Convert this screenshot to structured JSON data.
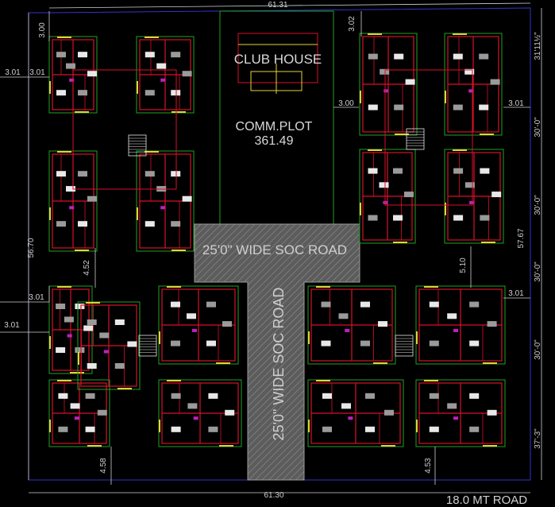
{
  "drawing": {
    "club_house": "CLUB HOUSE",
    "comm_plot_label": "COMM.PLOT",
    "comm_plot_area": "361.49",
    "road_horizontal": "25'0\" WIDE SOC ROAD",
    "road_vertical": "25'0\" WIDE SOC ROAD",
    "main_road": "18.0 MT ROAD"
  },
  "dimensions": {
    "top_width": "61.31",
    "bottom_width": "61.30",
    "left_height": "56.70",
    "right_height": "57.67",
    "left_offset_1": "3.01",
    "left_offset_2": "3.01",
    "left_offset_3": "3.01",
    "left_offset_4": "3.01",
    "top_left_setback": "3.00",
    "top_right_setback": "3.02",
    "right_top_feet": "31'11½\"",
    "inner_3_00": "3.00",
    "right_3_01_a": "3.01",
    "right_3_01_b": "3.01",
    "right_30_0_a": "30'-0\"",
    "right_30_0_b": "30'-0\"",
    "right_30_0_c": "30'-0\"",
    "right_30_0_d": "30'-0\"",
    "right_37_3": "37'-3\"",
    "gap_left": "4.52",
    "gap_right": "5.10",
    "bottom_left_setback": "4.58",
    "bottom_right_setback": "4.53"
  },
  "colors": {
    "wall": "#d8102a",
    "green": "#1fa21f",
    "yellow": "#e6d23a",
    "white": "#e8e8e8",
    "gray": "#9a9a9a",
    "road": "#6f6f6f",
    "boundary": "#3333cc",
    "magenta": "#c020c0"
  }
}
